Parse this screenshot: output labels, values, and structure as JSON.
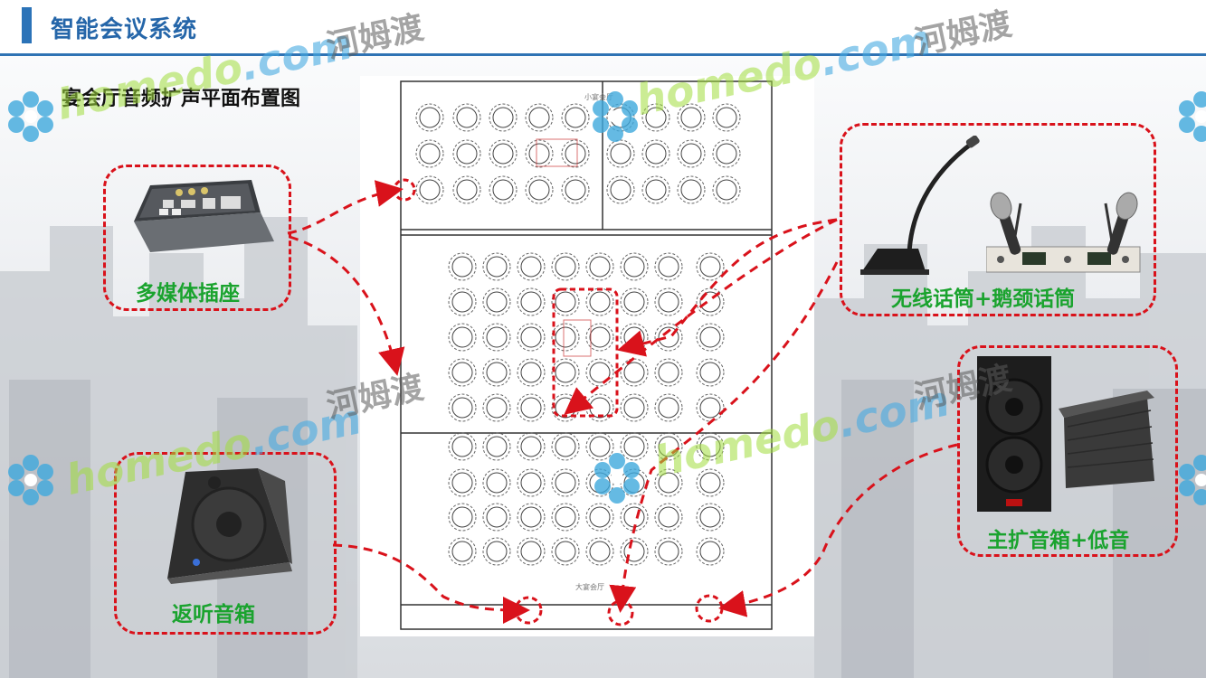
{
  "header": {
    "title": "智能会议系统"
  },
  "subtitle": "宴会厅音频扩声平面布置图",
  "labels": {
    "multimedia": "多媒体插座",
    "microphones": "无线话筒+鹅颈话筒",
    "main_speakers": "主扩音箱+低音",
    "monitor": "返听音箱"
  },
  "plan_labels": {
    "room_small": "小宴会厅",
    "room_big": "大宴会厅"
  },
  "watermark": {
    "brand": "homedo",
    "tld": ".com",
    "cn": "河姆渡"
  },
  "colors": {
    "accent": "#2b73b8",
    "label_green": "#1aa32e",
    "dash_red": "#d9121b"
  }
}
